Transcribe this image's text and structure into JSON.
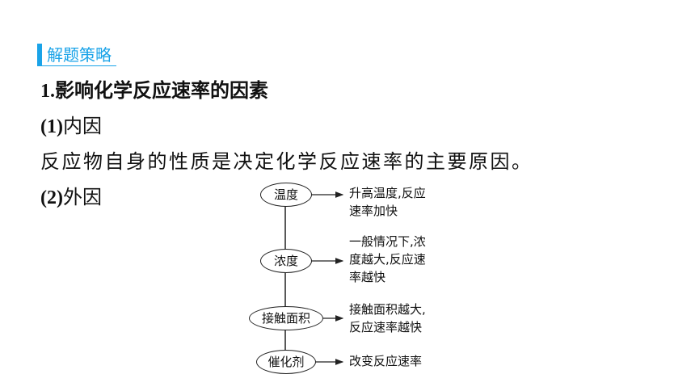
{
  "section_tag": "解题策略",
  "heading_number": "1.",
  "heading_text": "影响化学反应速率的因素",
  "sub1_number": "(1)",
  "sub1_text": "内因",
  "internal_cause_text": "反应物自身的性质是决定化学反应速率的主要原因。",
  "sub2_number": "(2)",
  "sub2_text": "外因",
  "factors": [
    {
      "name": "温度",
      "effect": "升高温度,反应\n速率加快"
    },
    {
      "name": "浓度",
      "effect": "一般情况下,浓\n度越大,反应速\n率越快"
    },
    {
      "name": "接触面积",
      "effect": "接触面积越大,\n反应速率越快"
    },
    {
      "name": "催化剂",
      "effect": "改变反应速率"
    }
  ]
}
